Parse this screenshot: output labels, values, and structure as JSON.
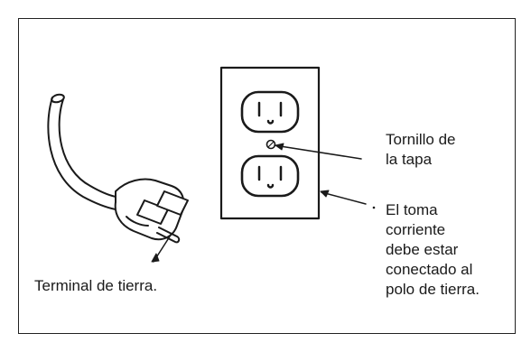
{
  "figure": {
    "screw_label": [
      "Tornillo de",
      "la tapa"
    ],
    "ground_terminal_label": "Terminal de tierra.",
    "outlet_label": [
      "El toma",
      "corriente",
      "debe estar",
      "conectado al",
      "polo de tierra."
    ]
  },
  "colors": {
    "ink": "#1a1a1a",
    "background": "#ffffff"
  }
}
